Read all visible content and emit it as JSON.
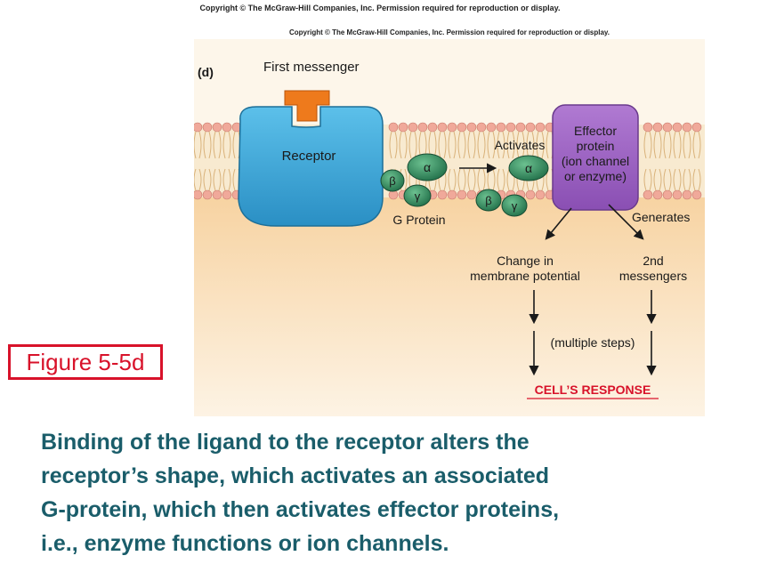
{
  "copyright_top": "Copyright © The McGraw-Hill Companies, Inc. Permission required for reproduction or display.",
  "copyright_inner": "Copyright © The McGraw-Hill Companies, Inc. Permission required for reproduction or display.",
  "figure_label": "Figure 5-5d",
  "diagram": {
    "panel_letter": "(d)",
    "first_messenger": "First messenger",
    "receptor": "Receptor",
    "g_protein": "G Protein",
    "activates": "Activates",
    "alpha": "α",
    "beta": "β",
    "gamma": "γ",
    "effector_lines": [
      "Effector",
      "protein",
      "(ion channel",
      "or enzyme)"
    ],
    "generates": "Generates",
    "change_lines": [
      "Change in",
      "membrane potential"
    ],
    "second_lines": [
      "2nd",
      "messengers"
    ],
    "multiple_steps": "(multiple steps)",
    "cells_response": "CELL’S RESPONSE"
  },
  "caption_lines": [
    "Binding of the ligand to the receptor alters the",
    "receptor’s shape, which activates an associated",
    "G-protein, which then activates effector proteins,",
    "i.e., enzyme functions or ion channels."
  ],
  "colors": {
    "receptor": "#35a6d8",
    "ligand": "#ee7a1c",
    "g_protein": "#2f8a58",
    "effector": "#9b5fc0",
    "membrane_head": "#f0a99a",
    "cytoplasm": "#f4c78f",
    "response": "#d8122a",
    "caption": "#1a5d6a"
  }
}
